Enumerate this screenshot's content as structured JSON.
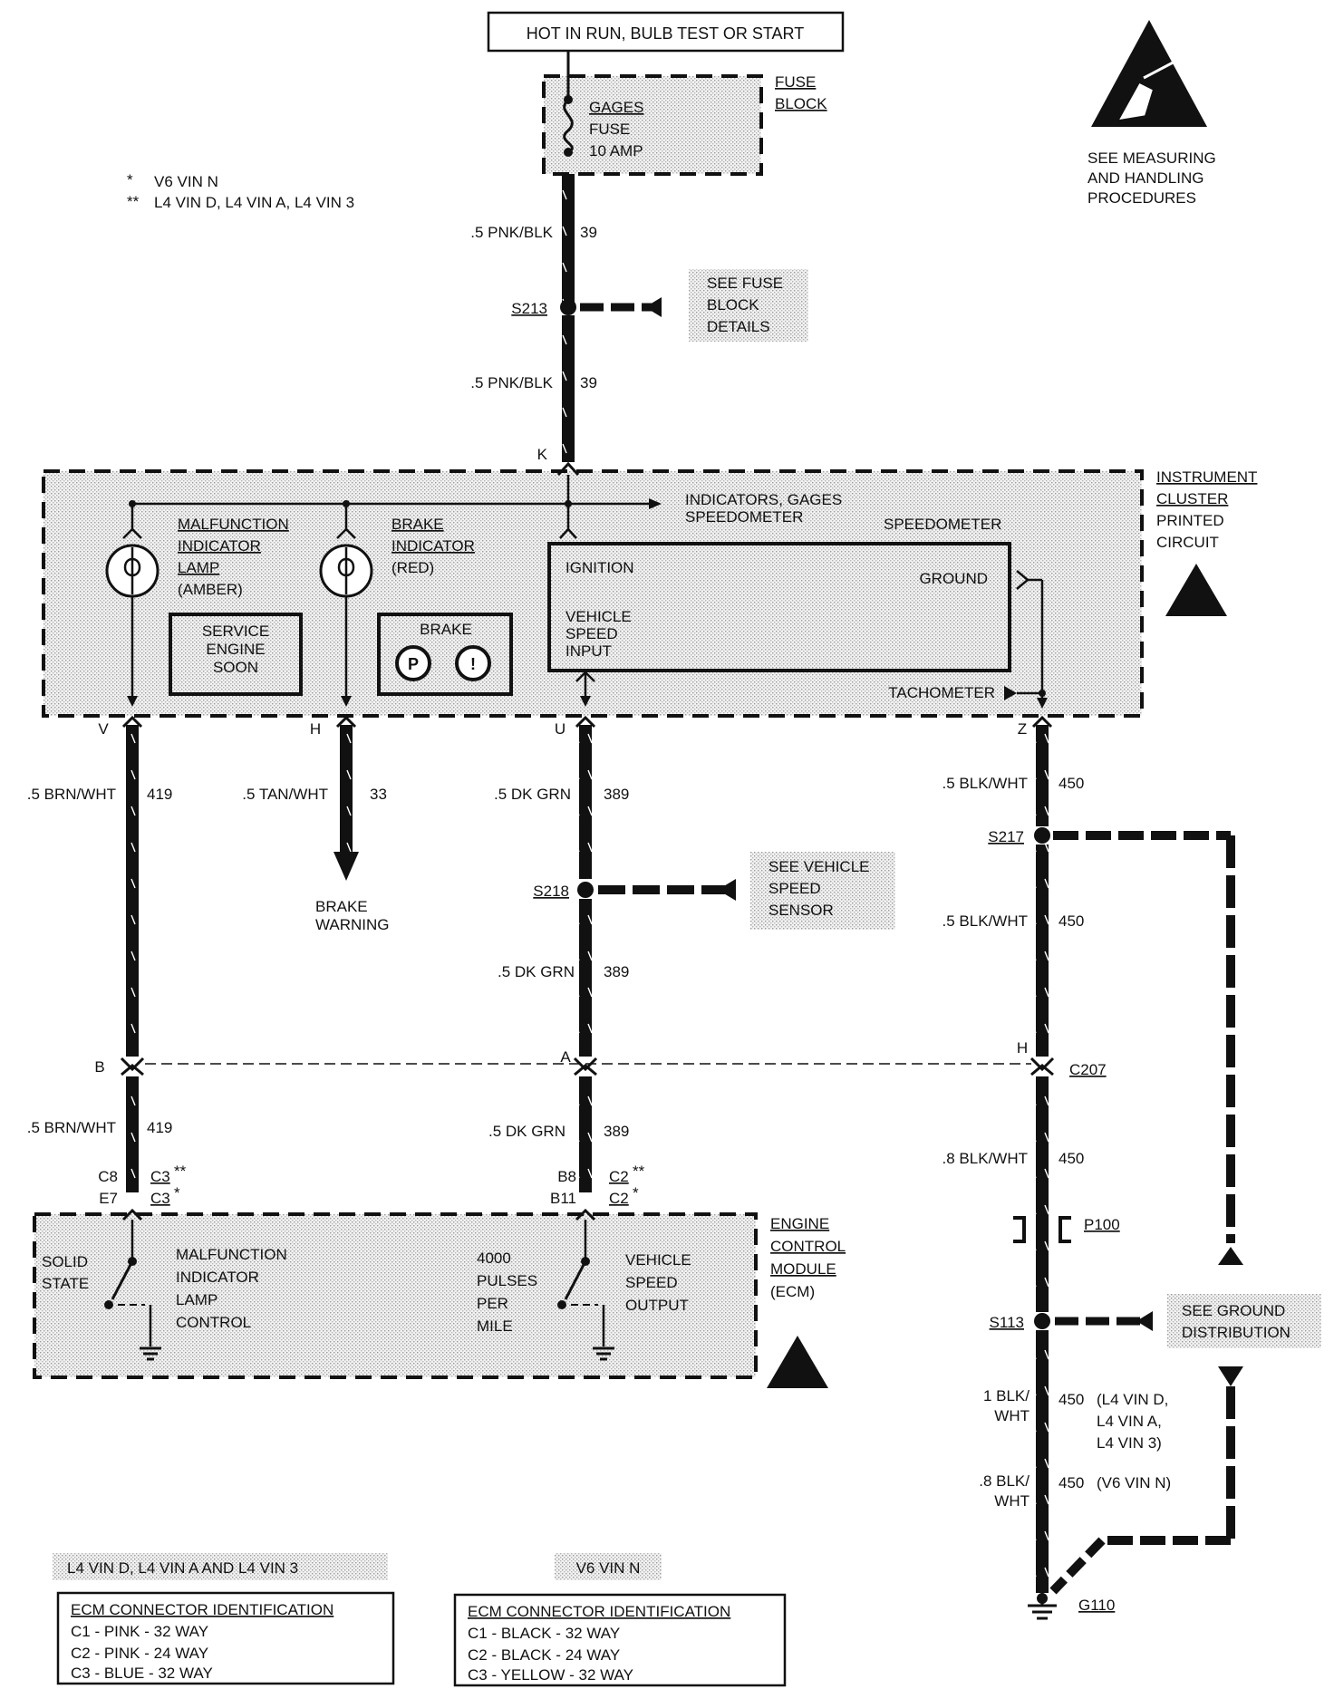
{
  "header": {
    "power_label": "HOT IN RUN, BULB TEST OR START"
  },
  "fuse_block": {
    "title_line1": "FUSE",
    "title_line2": "BLOCK",
    "fuse_line1": "GAGES",
    "fuse_line2": "FUSE",
    "fuse_line3": "10 AMP"
  },
  "legend": {
    "single_star": "V6 VIN N",
    "double_star": "L4 VIN D, L4 VIN A, L4 VIN 3",
    "single_mark": "*",
    "double_mark": "**"
  },
  "esd_note": {
    "line1": "SEE MEASURING",
    "line2": "AND HANDLING",
    "line3": "PROCEDURES"
  },
  "wires": {
    "pnk_blk_top": {
      "gauge_color": ".5 PNK/BLK",
      "circuit": "39"
    },
    "pnk_blk_lower": {
      "gauge_color": ".5 PNK/BLK",
      "circuit": "39"
    },
    "brn_wht_upper": {
      "gauge_color": ".5 BRN/WHT",
      "circuit": "419"
    },
    "tan_wht": {
      "gauge_color": ".5 TAN/WHT",
      "circuit": "33"
    },
    "dk_grn_upper": {
      "gauge_color": ".5 DK GRN",
      "circuit": "389"
    },
    "blk_wht_upper": {
      "gauge_color": ".5 BLK/WHT",
      "circuit": "450"
    },
    "blk_wht_mid": {
      "gauge_color": ".5 BLK/WHT",
      "circuit": "450"
    },
    "dk_grn_mid": {
      "gauge_color": ".5 DK GRN",
      "circuit": "389"
    },
    "brn_wht_lower": {
      "gauge_color": ".5 BRN/WHT",
      "circuit": "419"
    },
    "dk_grn_lower": {
      "gauge_color": ".5 DK GRN",
      "circuit": "389"
    },
    "blk_wht_08": {
      "gauge_color": ".8 BLK/WHT",
      "circuit": "450"
    },
    "blk_wht_1": {
      "gauge_line1": "1 BLK/",
      "gauge_line2": "WHT",
      "circuit": "450",
      "note_line1": "(L4 VIN D,",
      "note_line2": "L4 VIN A,",
      "note_line3": "L4 VIN 3)"
    },
    "blk_wht_08b": {
      "gauge_line1": ".8 BLK/",
      "gauge_line2": "WHT",
      "circuit": "450",
      "note": "(V6 VIN N)"
    }
  },
  "splices": {
    "s213": "S213",
    "s217": "S217",
    "s218": "S218",
    "s113": "S113"
  },
  "callouts": {
    "fuse_details": {
      "line1": "SEE FUSE",
      "line2": "BLOCK",
      "line3": "DETAILS"
    },
    "vss": {
      "line1": "SEE VEHICLE",
      "line2": "SPEED",
      "line3": "SENSOR"
    },
    "ground_dist": {
      "line1": "SEE GROUND",
      "line2": "DISTRIBUTION"
    }
  },
  "cluster": {
    "title_line1": "INSTRUMENT",
    "title_line2": "CLUSTER",
    "title_line3": "PRINTED",
    "title_line4": "CIRCUIT",
    "pin_k": "K",
    "indicators_line1": "INDICATORS, GAGES",
    "indicators_line2": "SPEEDOMETER",
    "mil_line1": "MALFUNCTION",
    "mil_line2": "INDICATOR",
    "mil_line3": "LAMP",
    "mil_line4": "(AMBER)",
    "brake_line1": "BRAKE",
    "brake_line2": "INDICATOR",
    "brake_line3": "(RED)",
    "ses_line1": "SERVICE",
    "ses_line2": "ENGINE",
    "ses_line3": "SOON",
    "brake_box_label": "BRAKE",
    "brake_p": "P",
    "brake_excl": "!",
    "speedo_title": "SPEEDOMETER",
    "ignition": "IGNITION",
    "ground": "GROUND",
    "vss_line1": "VEHICLE",
    "vss_line2": "SPEED",
    "vss_line3": "INPUT",
    "tachometer": "TACHOMETER",
    "pin_v": "V",
    "pin_h": "H",
    "pin_u": "U",
    "pin_z": "Z"
  },
  "brake_warning": {
    "line1": "BRAKE",
    "line2": "WARNING"
  },
  "c207": {
    "pin_b": "B",
    "pin_a": "A",
    "pin_h": "H",
    "name": "C207"
  },
  "ecm_pins": {
    "c8": "C8",
    "e7": "E7",
    "c3_dd": "C3",
    "c3_d": "C3",
    "b8": "B8",
    "b11": "B11",
    "c2_dd": "C2",
    "c2_d": "C2"
  },
  "ecm": {
    "title_line1": "ENGINE",
    "title_line2": "CONTROL",
    "title_line3": "MODULE",
    "title_line4": "(ECM)",
    "solid_line1": "SOLID",
    "solid_line2": "STATE",
    "milc_line1": "MALFUNCTION",
    "milc_line2": "INDICATOR",
    "milc_line3": "LAMP",
    "milc_line4": "CONTROL",
    "pulses_line1": "4000",
    "pulses_line2": "PULSES",
    "pulses_line3": "PER",
    "pulses_line4": "MILE",
    "vso_line1": "VEHICLE",
    "vso_line2": "SPEED",
    "vso_line3": "OUTPUT"
  },
  "p100": "P100",
  "g110": "G110",
  "connector_tables": {
    "left": {
      "heading": "L4 VIN D, L4 VIN A AND L4 VIN 3",
      "title": "ECM CONNECTOR IDENTIFICATION",
      "rows": [
        "C1 - PINK - 32 WAY",
        "C2 - PINK - 24 WAY",
        "C3 - BLUE - 32 WAY"
      ]
    },
    "right": {
      "heading": "V6 VIN N",
      "title": "ECM CONNECTOR IDENTIFICATION",
      "rows": [
        "C1 - BLACK - 32 WAY",
        "C2 - BLACK - 24 WAY",
        "C3 - YELLOW - 32 WAY"
      ]
    }
  }
}
